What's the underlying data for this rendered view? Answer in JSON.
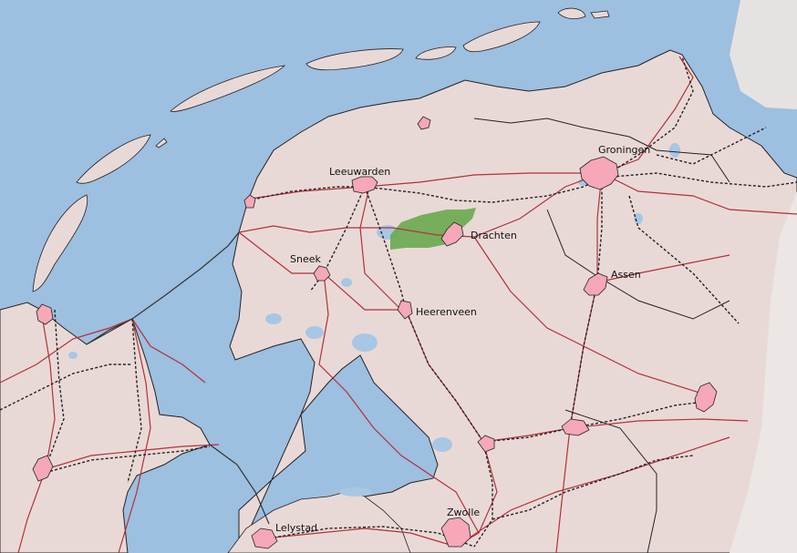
{
  "map": {
    "colors": {
      "water": "#9dbfe0",
      "land": "#e9d9d6",
      "roads": "#b3303a",
      "railways": "#222222",
      "city": "#f6a7b8",
      "highlight_area": "#6aa84f"
    },
    "cities": [
      {
        "key": "leeuwarden",
        "label": "Leeuwarden"
      },
      {
        "key": "groningen",
        "label": "Groningen"
      },
      {
        "key": "drachten",
        "label": "Drachten"
      },
      {
        "key": "sneek",
        "label": "Sneek"
      },
      {
        "key": "assen",
        "label": "Assen"
      },
      {
        "key": "heerenveen",
        "label": "Heerenveen"
      },
      {
        "key": "zwolle",
        "label": "Zwolle"
      },
      {
        "key": "lelystad",
        "label": "Lelystad"
      }
    ]
  }
}
